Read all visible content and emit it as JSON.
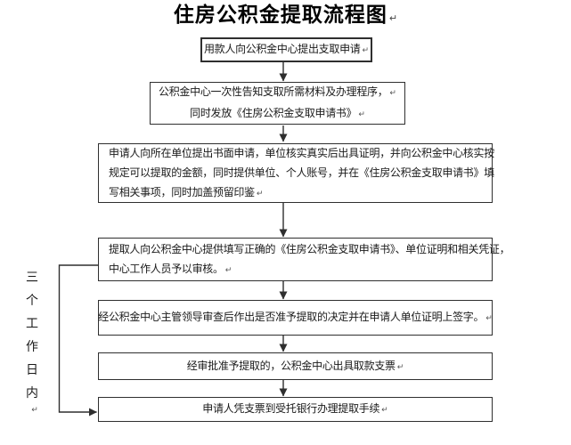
{
  "title": "住房公积金提取流程图",
  "marks": {
    "return": "↵"
  },
  "side_label": {
    "text": "三个工作日内",
    "chars": [
      "三",
      "个",
      "工",
      "作",
      "日",
      "内"
    ]
  },
  "boxes": [
    {
      "step": 1,
      "lines": [
        "用款人向公积金中心提出支取申请"
      ]
    },
    {
      "step": 2,
      "lines": [
        "公积金中心一次性告知支取所需材料及办理程序，",
        "同时发放《住房公积金支取申请书》"
      ]
    },
    {
      "step": 3,
      "lines": [
        "申请人向所在单位提出书面申请，单位核实真实后出具证明，并向公积金中心核实按",
        "规定可以提取的金额，同时提供单位、个人账号，并在《住房公积金支取申请书》填",
        "写相关事项，同时加盖预留印鉴"
      ]
    },
    {
      "step": 4,
      "lines": [
        "提取人向公积金中心提供填写正确的《住房公积金支取申请书》、单位证明和相关凭证，",
        "中心工作人员予以审核。"
      ]
    },
    {
      "step": 5,
      "lines": [
        "经公积金中心主管领导审查后作出是否准予提取的决定并在申请人单位证明上签字。"
      ]
    },
    {
      "step": 6,
      "lines": [
        "经审批准予提取的，公积金中心出具取款支票"
      ]
    },
    {
      "step": 7,
      "lines": [
        "申请人凭支票到受托银行办理提取手续"
      ]
    }
  ],
  "colors": {
    "text": "#1a1a1a",
    "border": "#2f2f2f",
    "arrow": "#2f2f2f",
    "background": "#ffffff"
  }
}
